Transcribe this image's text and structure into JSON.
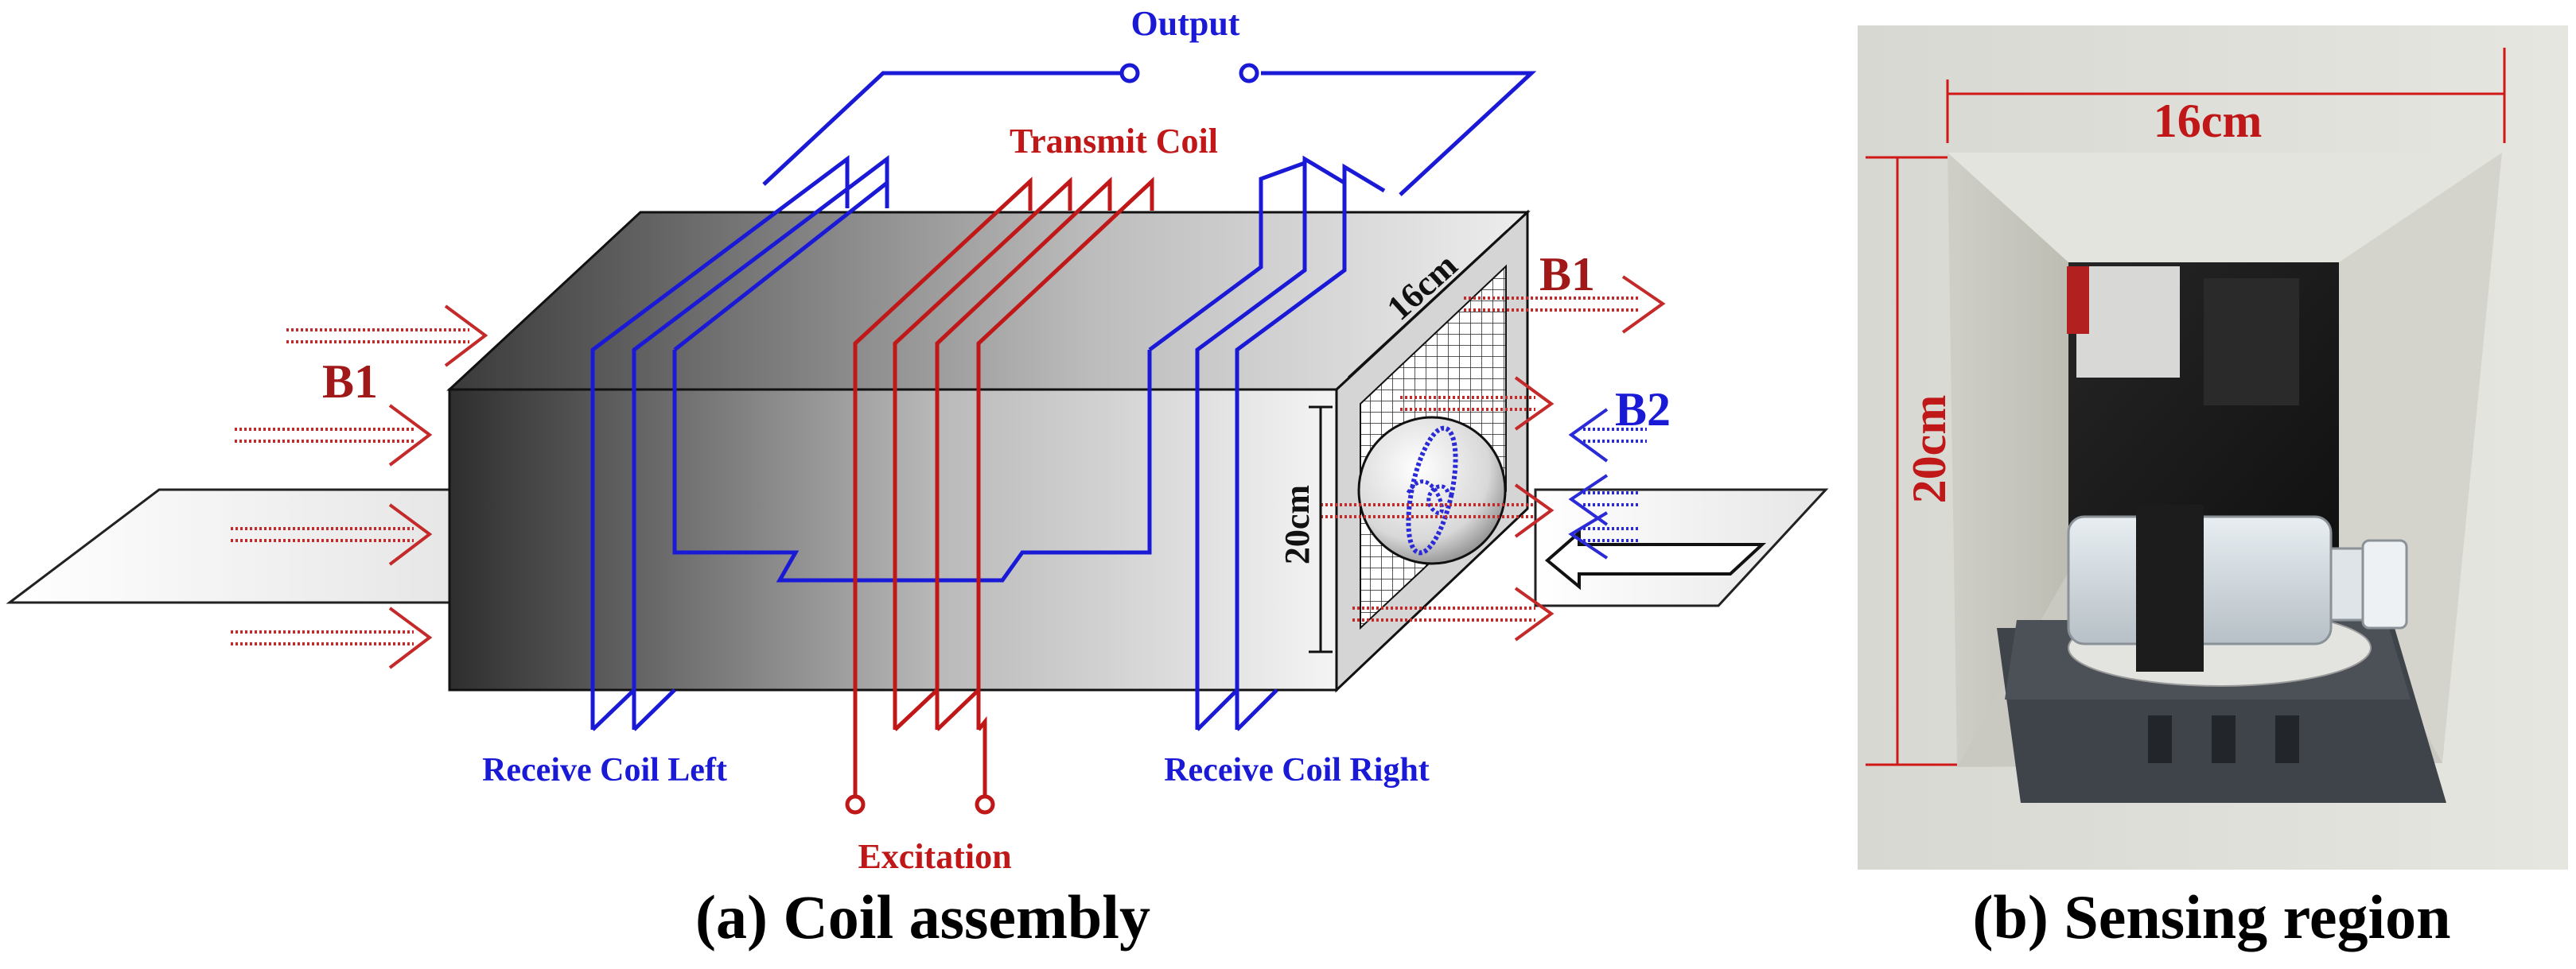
{
  "panel_a": {
    "caption": "(a) Coil assembly",
    "labels": {
      "output": "Output",
      "transmit_coil": "Transmit Coil",
      "receive_coil_left": "Receive Coil Left",
      "receive_coil_right": "Receive Coil Right",
      "excitation": "Excitation",
      "b1_left": "B1",
      "b1_right": "B1",
      "b2": "B2",
      "width_dim": "16cm",
      "height_dim": "20cm"
    }
  },
  "panel_b": {
    "caption": "(b) Sensing region",
    "labels": {
      "width_dim": "16cm",
      "height_dim": "20cm"
    }
  },
  "colors": {
    "receive_coil": "#1a1ad6",
    "transmit_coil": "#c01818",
    "field_b1": "#c42a2a",
    "field_b2": "#2a2ad6"
  }
}
